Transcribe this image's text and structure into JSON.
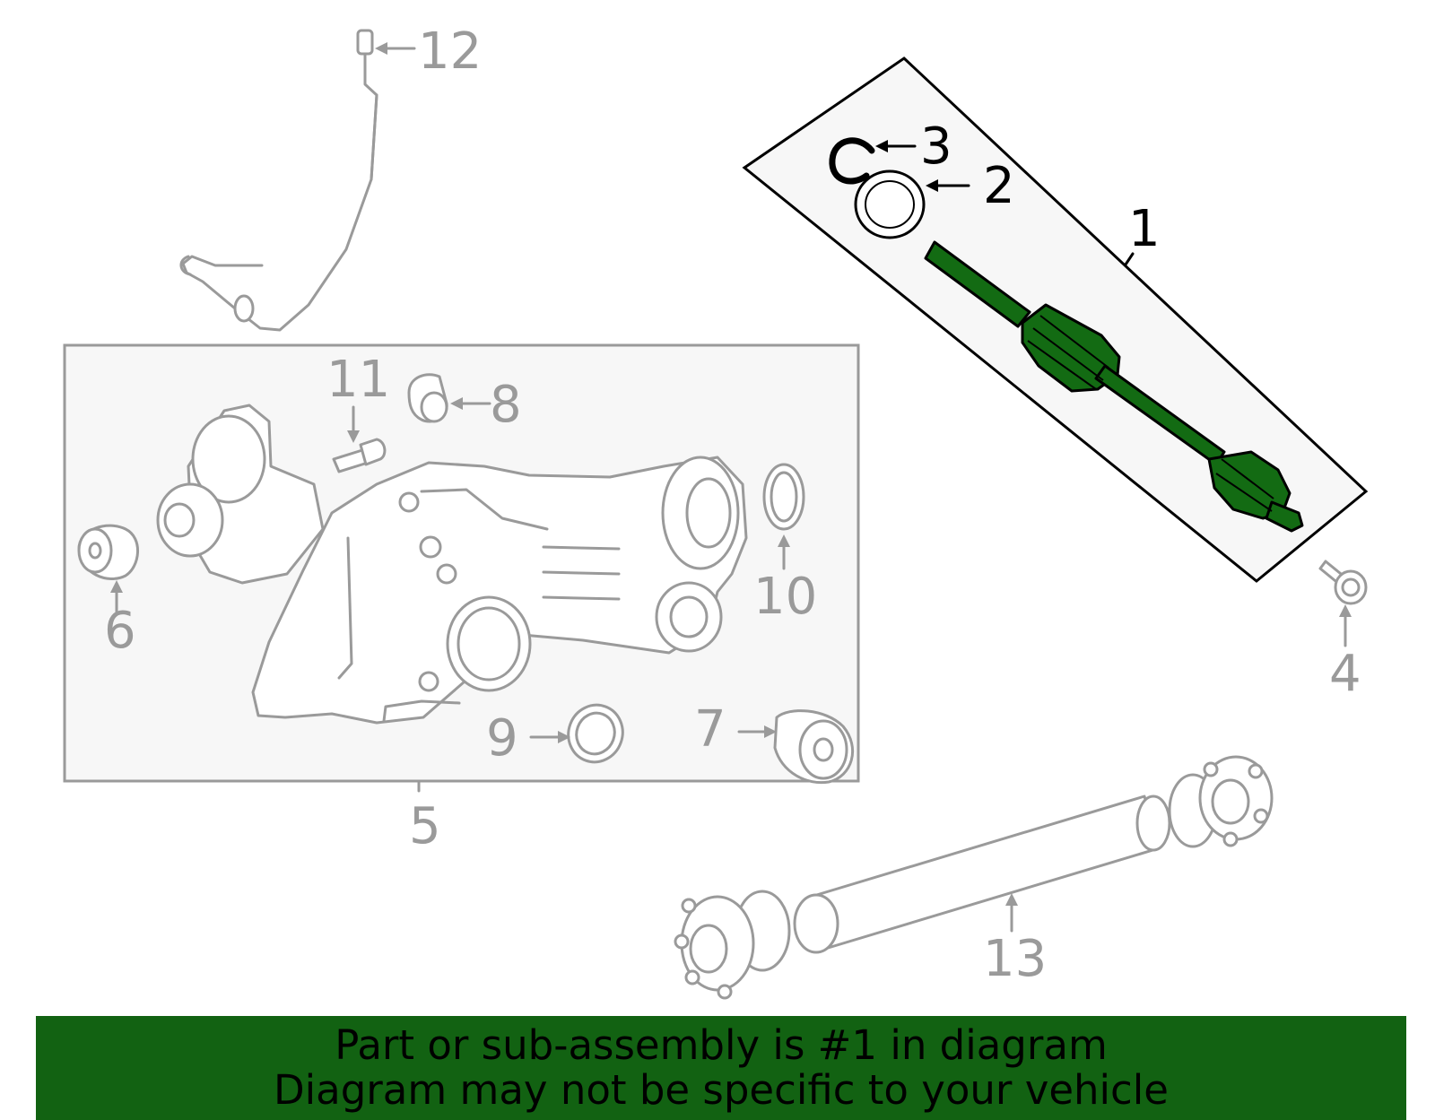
{
  "callouts": {
    "c1": "1",
    "c2": "2",
    "c3": "3",
    "c4": "4",
    "c5": "5",
    "c6": "6",
    "c7": "7",
    "c8": "8",
    "c9": "9",
    "c10": "10",
    "c11": "11",
    "c12": "12",
    "c13": "13"
  },
  "colors": {
    "highlight_part": "#136b13",
    "banner_background": "#126212",
    "other_parts_stroke": "#9a9a9a",
    "panel_background": "#f7f7f7"
  },
  "banner": {
    "line1": "Part or sub-assembly is #1 in diagram",
    "line2": "Diagram may not be specific to your vehicle"
  }
}
